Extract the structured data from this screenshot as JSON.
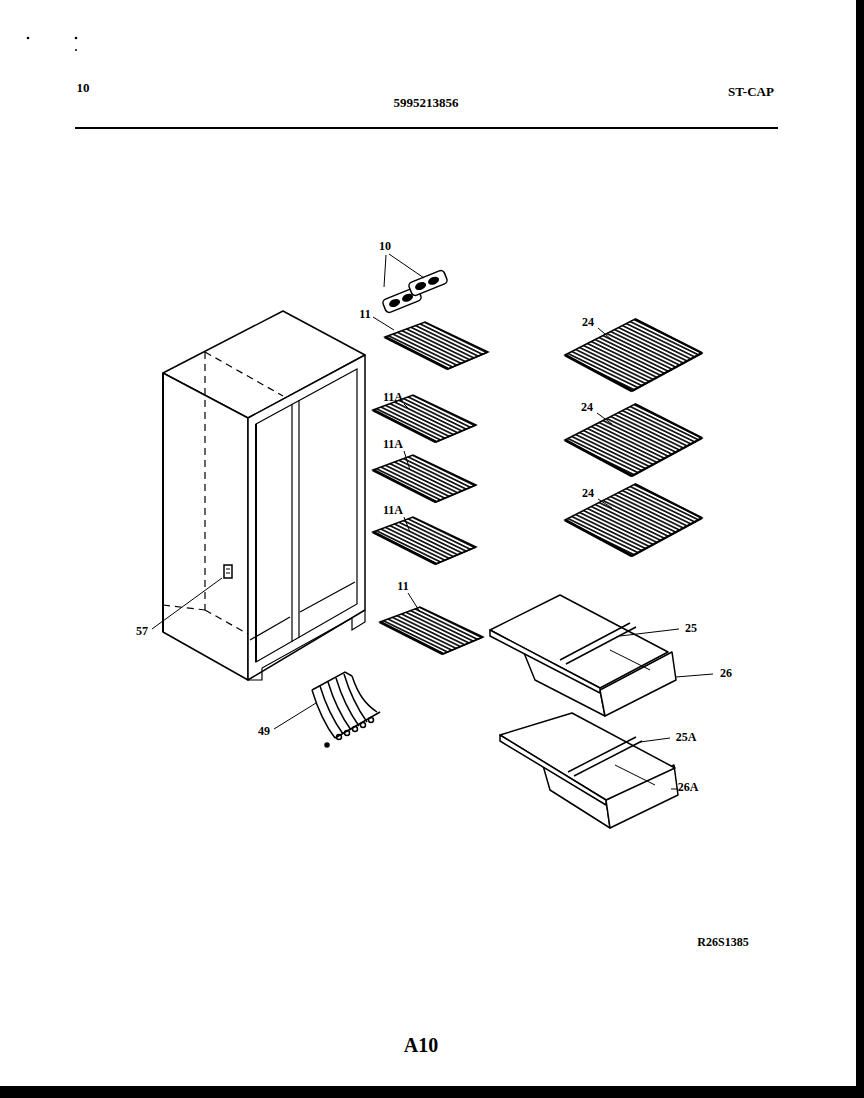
{
  "diagram": {
    "labels": [
      "10",
      "5995213856",
      "ST-CAP",
      "10",
      "11",
      "24",
      "11A",
      "24",
      "11A",
      "24",
      "11A",
      "11",
      "25",
      "26",
      "57",
      "25A",
      "49",
      "26A",
      "R26S1385",
      "A10"
    ]
  }
}
